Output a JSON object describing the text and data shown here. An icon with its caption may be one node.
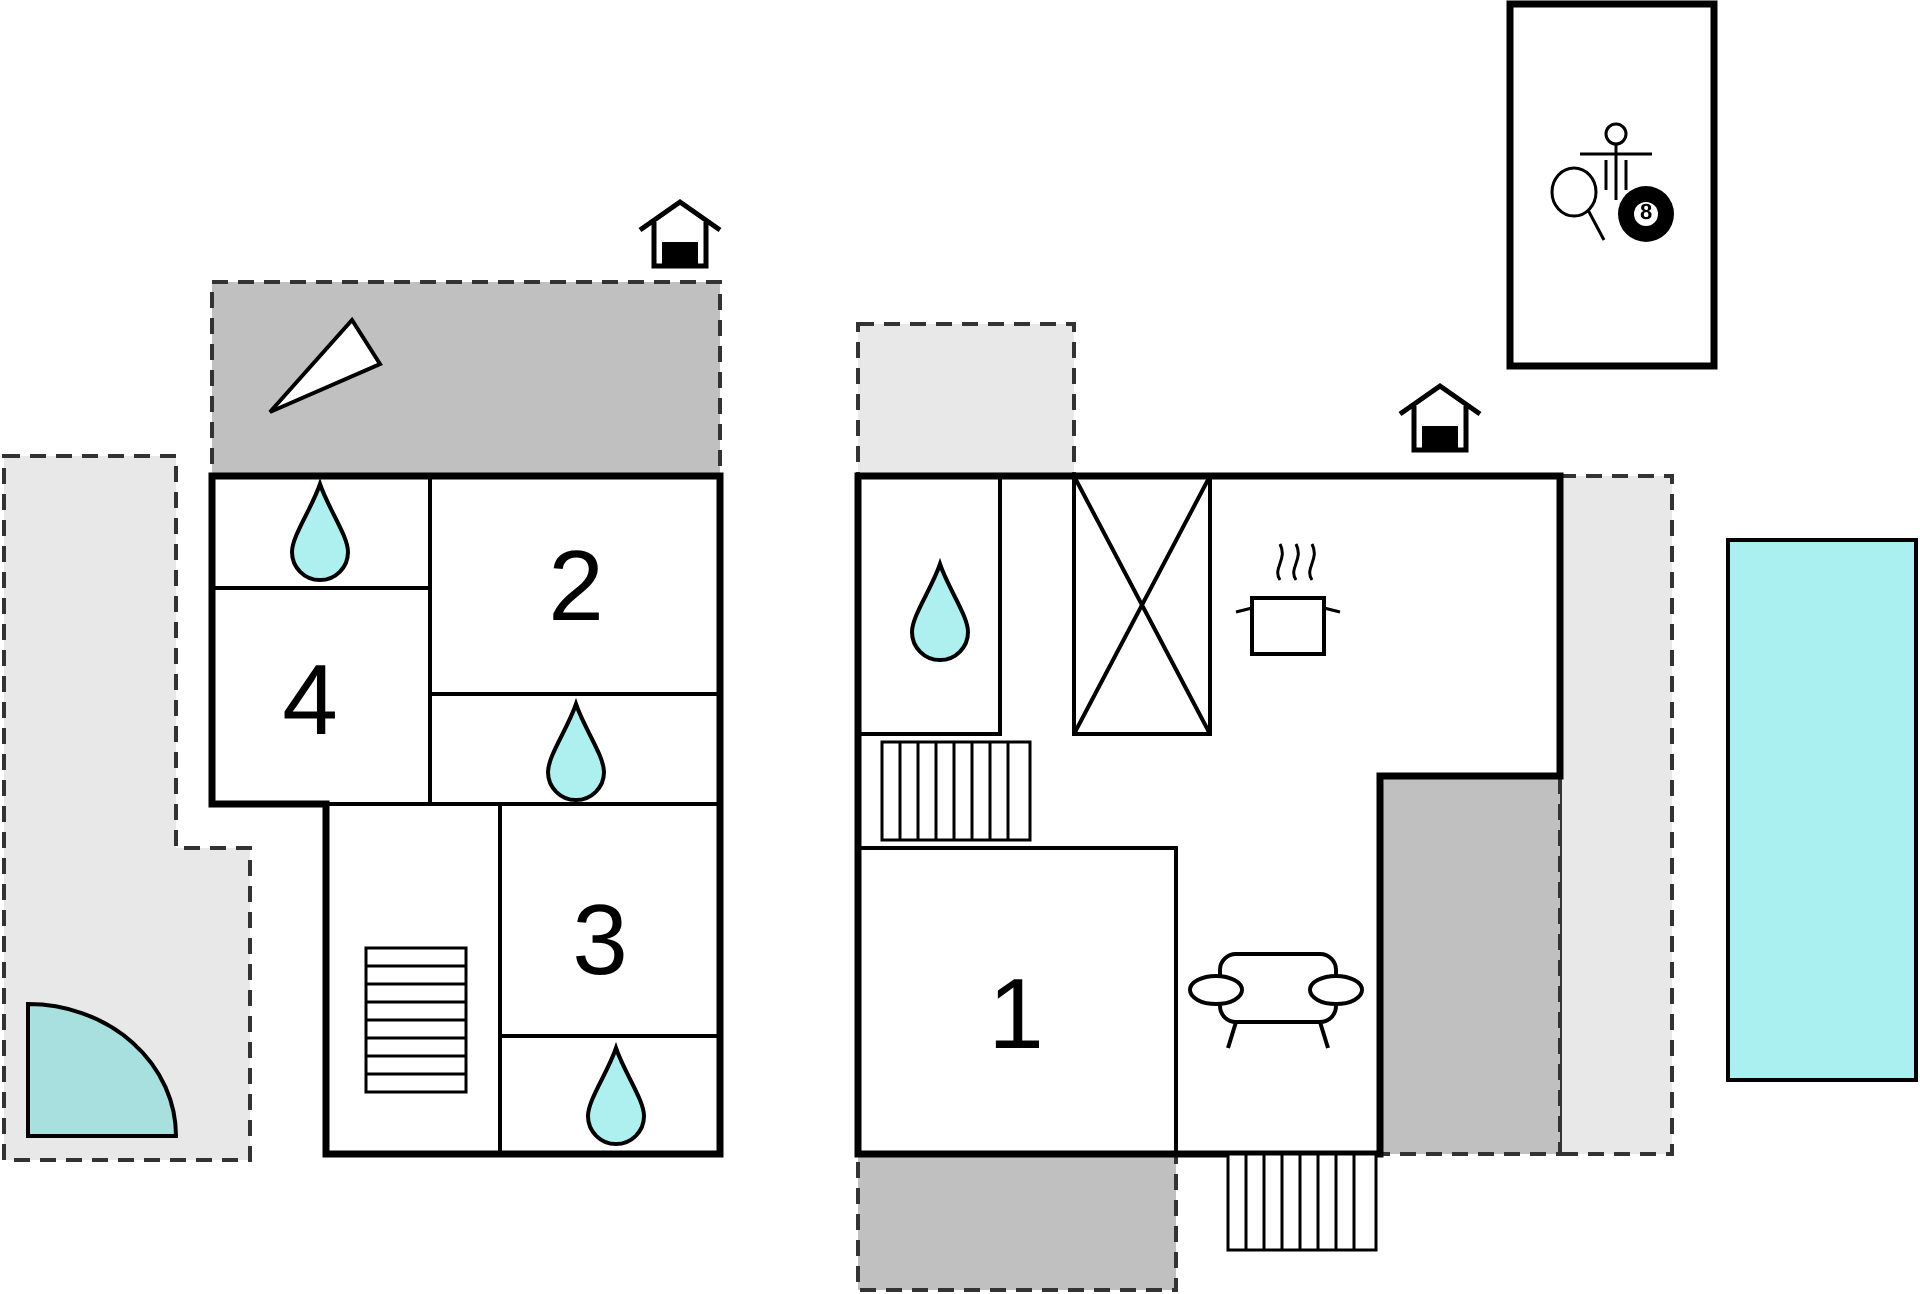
{
  "diagram": {
    "labels": [
      "8",
      "2",
      "4",
      "3",
      "1"
    ]
  }
}
